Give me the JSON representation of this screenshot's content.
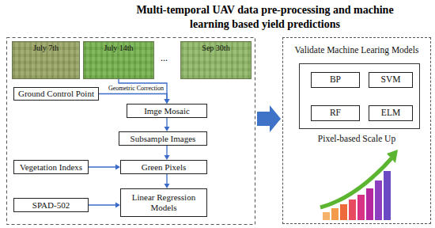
{
  "diagram": {
    "title": "Multi-temporal UAV data pre-processing and machine learning based yield predictions",
    "nodes": [
      {
        "text": [
          "July 7th"
        ]
      },
      {
        "text": [
          "July 14th"
        ]
      },
      {
        "text": [
          "Sep 30th"
        ]
      },
      {
        "text": [
          "Ground Control Point"
        ]
      },
      {
        "text": [
          "Imge Mosaic"
        ]
      },
      {
        "text": [
          "Subsample Images"
        ]
      },
      {
        "text": [
          "Vegetation Indexs"
        ]
      },
      {
        "text": [
          "Green Pixels"
        ]
      },
      {
        "text": [
          "SPAD-502"
        ]
      },
      {
        "text": [
          "Linear Regression Models"
        ]
      },
      {
        "text": [
          "Validate Machine Learing Models",
          "Pixel-based Scale Up"
        ]
      },
      {
        "text": [
          "BP"
        ],
        "in": 10
      },
      {
        "text": [
          "SVM"
        ],
        "in": 10
      },
      {
        "text": [
          "RF"
        ],
        "in": 10
      },
      {
        "text": [
          "ELM"
        ],
        "in": 10
      }
    ],
    "edges": [
      {
        "from": 1,
        "to": 4,
        "arrow": "to"
      },
      {
        "from": 3,
        "to": 4,
        "label": "Geometric Correction",
        "arrow": "to"
      },
      {
        "from": 4,
        "to": 5,
        "arrow": "to"
      },
      {
        "from": 5,
        "to": 7,
        "arrow": "to"
      },
      {
        "from": 6,
        "to": 7,
        "arrow": "to"
      },
      {
        "from": 7,
        "to": 9,
        "arrow": "to"
      },
      {
        "from": 8,
        "to": 9,
        "arrow": "to"
      }
    ],
    "labels": [
      "..."
    ]
  }
}
